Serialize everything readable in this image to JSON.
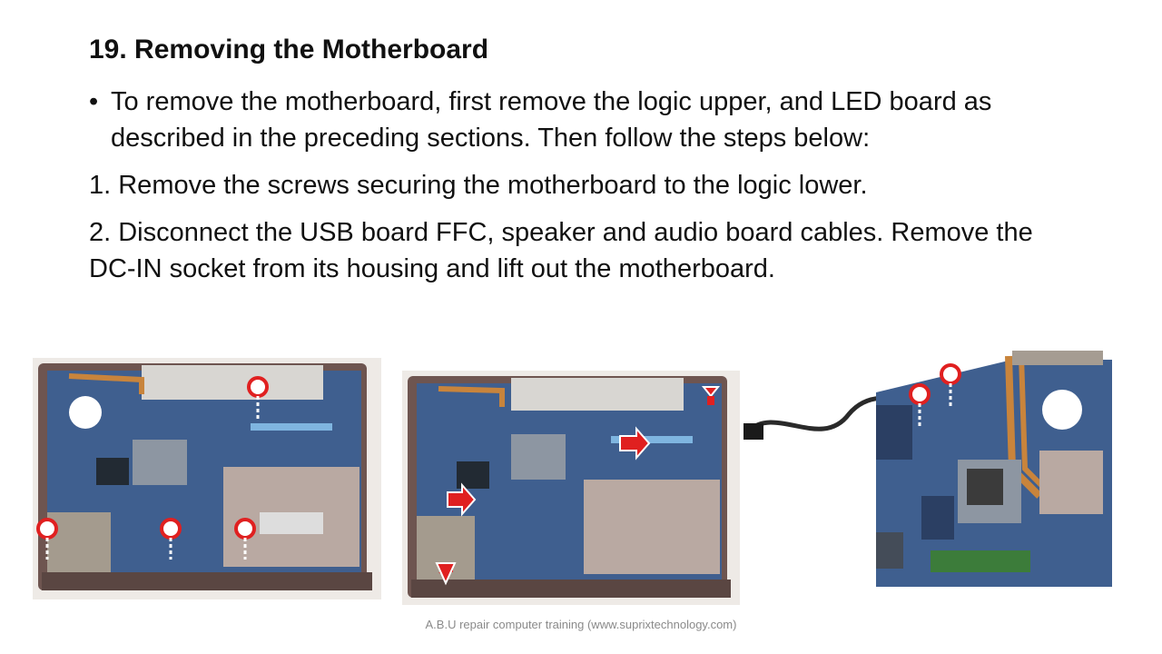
{
  "slide": {
    "title": "19. Removing the Motherboard",
    "bullet_text": "To remove the motherboard, first remove the logic upper, and LED board as described in the preceding sections. Then follow the steps below:",
    "step1": "1. Remove the screws securing the motherboard to the logic lower.",
    "step2": "2. Disconnect the USB board FFC, speaker and audio board cables. Remove the DC-IN socket from its housing and lift out the motherboard."
  },
  "footer": {
    "text": "A.B.U repair computer training (www.suprixtechnology.com)"
  },
  "images": [
    {
      "icon": "screw-marker-icon"
    },
    {
      "icon": "red-arrow-icon"
    },
    {
      "icon": "motherboard-photo"
    }
  ],
  "colors": {
    "board_blue": "#3f5f8f",
    "chassis": "#7a5e58",
    "marker_red": "#e02020",
    "copper": "#c8843c"
  }
}
